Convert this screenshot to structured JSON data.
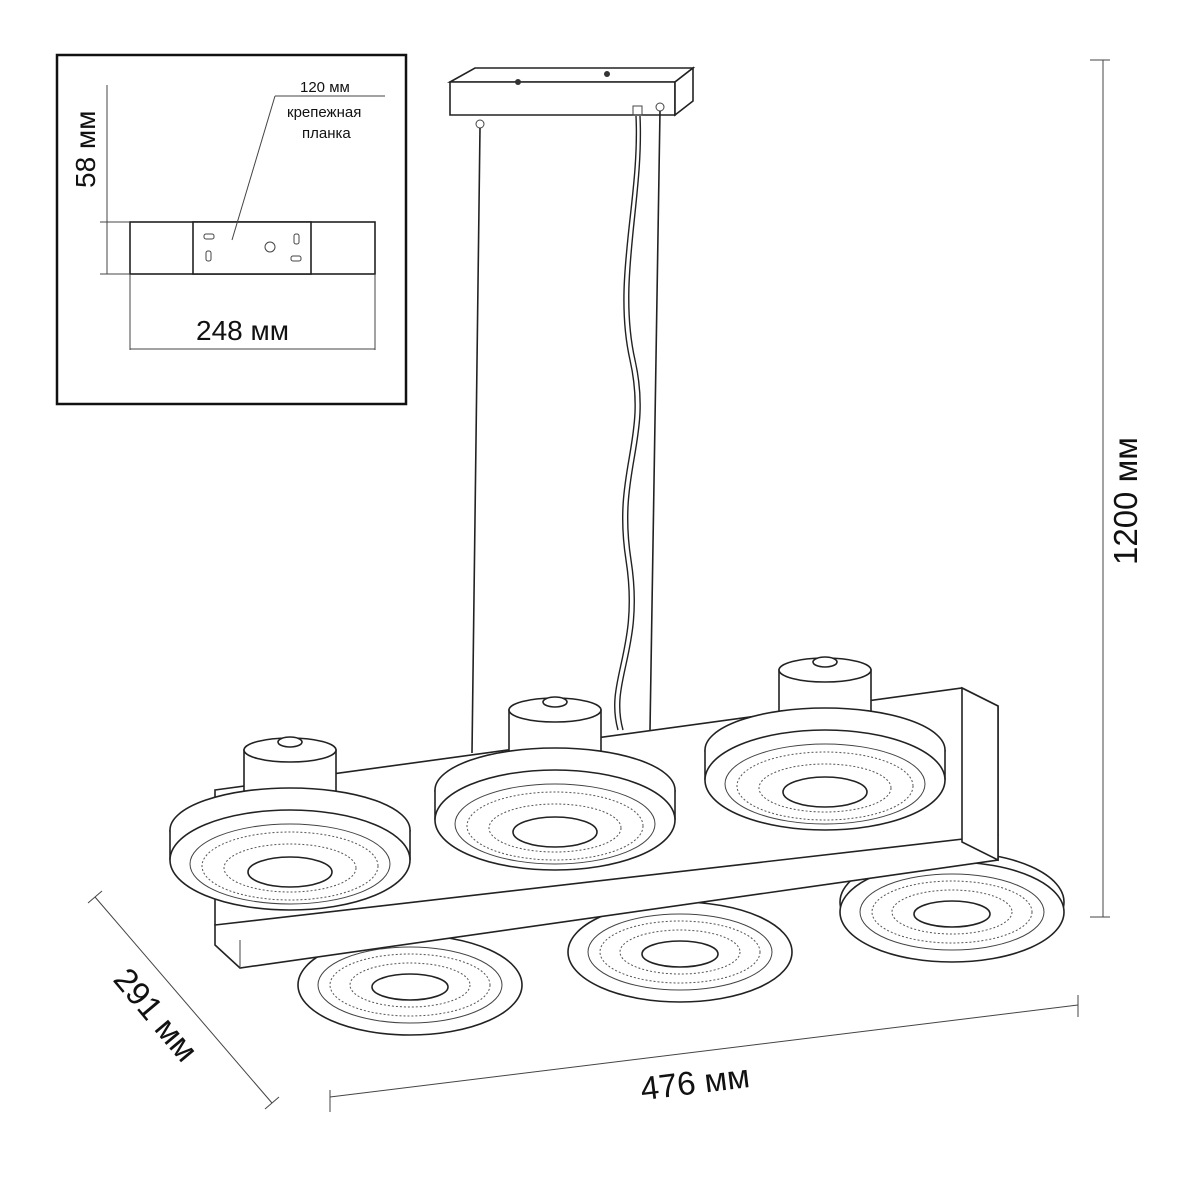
{
  "dimensions": {
    "height": "1200 мм",
    "width": "476 мм",
    "depth": "291 мм"
  },
  "inset": {
    "plate_width": "248 мм",
    "plate_height": "58 мм",
    "bracket_size": "120 мм",
    "bracket_label_line1": "крепежная",
    "bracket_label_line2": "планка"
  }
}
